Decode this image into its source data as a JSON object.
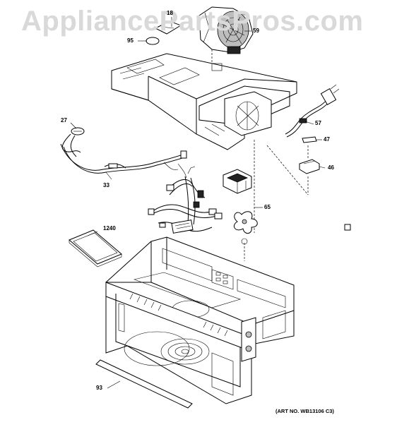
{
  "watermark": "AppliancePartsPros.com",
  "art_number": "(ART NO. WB13106 C3)",
  "callouts": {
    "p18": "18",
    "p95": "95",
    "p59": "59",
    "p27": "27",
    "p57": "57",
    "p47": "47",
    "p46": "46",
    "p33": "33",
    "p65": "65",
    "p1240": "1240",
    "p93": "93"
  },
  "colors": {
    "line": "#000000",
    "watermark": "#d9d9d9",
    "background": "#ffffff"
  }
}
